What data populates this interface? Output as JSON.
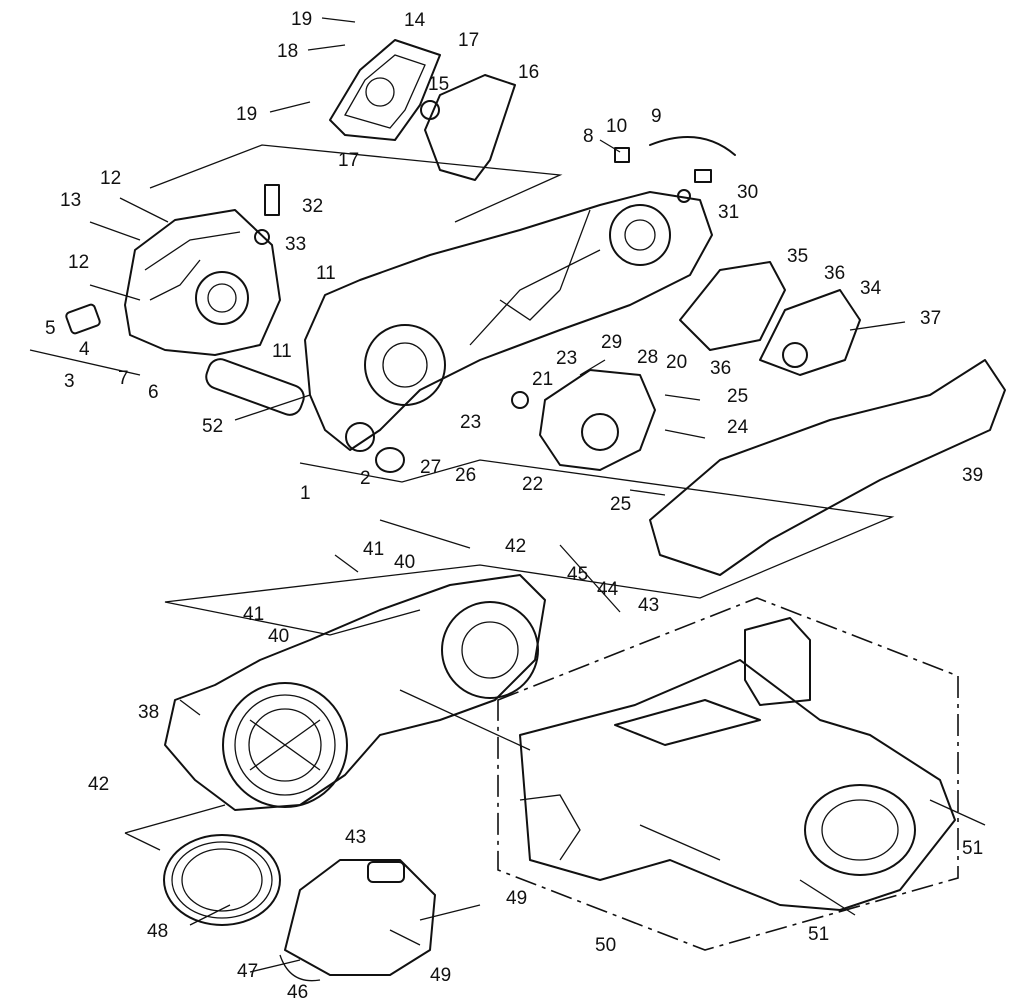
{
  "callouts": [
    {
      "id": "19a",
      "text": "19"
    },
    {
      "id": "14",
      "text": "14"
    },
    {
      "id": "17a",
      "text": "17"
    },
    {
      "id": "18",
      "text": "18"
    },
    {
      "id": "15",
      "text": "15"
    },
    {
      "id": "16",
      "text": "16"
    },
    {
      "id": "19b",
      "text": "19"
    },
    {
      "id": "17b",
      "text": "17"
    },
    {
      "id": "9",
      "text": "9"
    },
    {
      "id": "10",
      "text": "10"
    },
    {
      "id": "8",
      "text": "8"
    },
    {
      "id": "30",
      "text": "30"
    },
    {
      "id": "31",
      "text": "31"
    },
    {
      "id": "32",
      "text": "32"
    },
    {
      "id": "12a",
      "text": "12"
    },
    {
      "id": "13",
      "text": "13"
    },
    {
      "id": "33",
      "text": "33"
    },
    {
      "id": "11a",
      "text": "11"
    },
    {
      "id": "12b",
      "text": "12"
    },
    {
      "id": "5",
      "text": "5"
    },
    {
      "id": "4",
      "text": "4"
    },
    {
      "id": "3",
      "text": "3"
    },
    {
      "id": "7",
      "text": "7"
    },
    {
      "id": "6",
      "text": "6"
    },
    {
      "id": "11b",
      "text": "11"
    },
    {
      "id": "35",
      "text": "35"
    },
    {
      "id": "36a",
      "text": "36"
    },
    {
      "id": "34",
      "text": "34"
    },
    {
      "id": "37",
      "text": "37"
    },
    {
      "id": "29",
      "text": "29"
    },
    {
      "id": "28",
      "text": "28"
    },
    {
      "id": "36b",
      "text": "36"
    },
    {
      "id": "23a",
      "text": "23"
    },
    {
      "id": "20",
      "text": "20"
    },
    {
      "id": "21",
      "text": "21"
    },
    {
      "id": "25a",
      "text": "25"
    },
    {
      "id": "52",
      "text": "52"
    },
    {
      "id": "23b",
      "text": "23"
    },
    {
      "id": "24",
      "text": "24"
    },
    {
      "id": "27",
      "text": "27"
    },
    {
      "id": "26",
      "text": "26"
    },
    {
      "id": "2",
      "text": "2"
    },
    {
      "id": "1",
      "text": "1"
    },
    {
      "id": "22",
      "text": "22"
    },
    {
      "id": "39",
      "text": "39"
    },
    {
      "id": "25b",
      "text": "25"
    },
    {
      "id": "41a",
      "text": "41"
    },
    {
      "id": "40a",
      "text": "40"
    },
    {
      "id": "42a",
      "text": "42"
    },
    {
      "id": "45",
      "text": "45"
    },
    {
      "id": "44",
      "text": "44"
    },
    {
      "id": "43a",
      "text": "43"
    },
    {
      "id": "41b",
      "text": "41"
    },
    {
      "id": "40b",
      "text": "40"
    },
    {
      "id": "38",
      "text": "38"
    },
    {
      "id": "42b",
      "text": "42"
    },
    {
      "id": "51a",
      "text": "51"
    },
    {
      "id": "43b",
      "text": "43"
    },
    {
      "id": "49a",
      "text": "49"
    },
    {
      "id": "48",
      "text": "48"
    },
    {
      "id": "51b",
      "text": "51"
    },
    {
      "id": "50",
      "text": "50"
    },
    {
      "id": "47",
      "text": "47"
    },
    {
      "id": "49b",
      "text": "49"
    },
    {
      "id": "46",
      "text": "46"
    }
  ]
}
